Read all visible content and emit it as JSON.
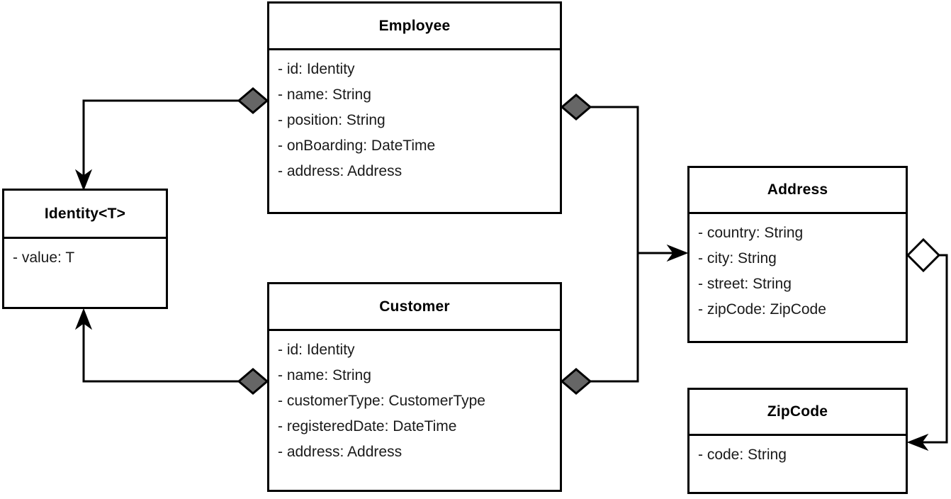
{
  "diagram": {
    "kind": "uml-class-diagram",
    "colors": {
      "background": "#ffffff",
      "stroke": "#000000",
      "text": "#1a1a1a",
      "composition_diamond_fill": "#666666",
      "aggregation_diamond_fill": "#ffffff"
    },
    "classes": [
      {
        "id": "employee",
        "name": "Employee",
        "attributes": [
          "- id: Identity",
          "- name: String",
          "- position: String",
          "- onBoarding: DateTime",
          "- address: Address"
        ]
      },
      {
        "id": "identity",
        "name": "Identity<T>",
        "attributes": [
          "- value: T"
        ]
      },
      {
        "id": "customer",
        "name": "Customer",
        "attributes": [
          "- id: Identity",
          "- name: String",
          "- customerType: CustomerType",
          "- registeredDate: DateTime",
          "- address: Address"
        ]
      },
      {
        "id": "address",
        "name": "Address",
        "attributes": [
          "- country: String",
          "- city: String",
          "- street: String",
          "- zipCode: ZipCode"
        ]
      },
      {
        "id": "zipcode",
        "name": "ZipCode",
        "attributes": [
          "- code: String"
        ]
      }
    ],
    "relations": [
      {
        "id": "employee-identity",
        "from": "employee",
        "to": "identity",
        "type": "composition",
        "marker_source": "filled-diamond",
        "marker_target": "arrow"
      },
      {
        "id": "employee-address",
        "from": "employee",
        "to": "address",
        "type": "composition",
        "marker_source": "filled-diamond",
        "marker_target": "arrow"
      },
      {
        "id": "customer-identity",
        "from": "customer",
        "to": "identity",
        "type": "composition",
        "marker_source": "filled-diamond",
        "marker_target": "arrow"
      },
      {
        "id": "customer-address",
        "from": "customer",
        "to": "address",
        "type": "composition",
        "marker_source": "filled-diamond",
        "marker_target": "arrow"
      },
      {
        "id": "address-zipcode",
        "from": "address",
        "to": "zipcode",
        "type": "aggregation",
        "marker_source": "hollow-diamond",
        "marker_target": "arrow"
      }
    ]
  }
}
